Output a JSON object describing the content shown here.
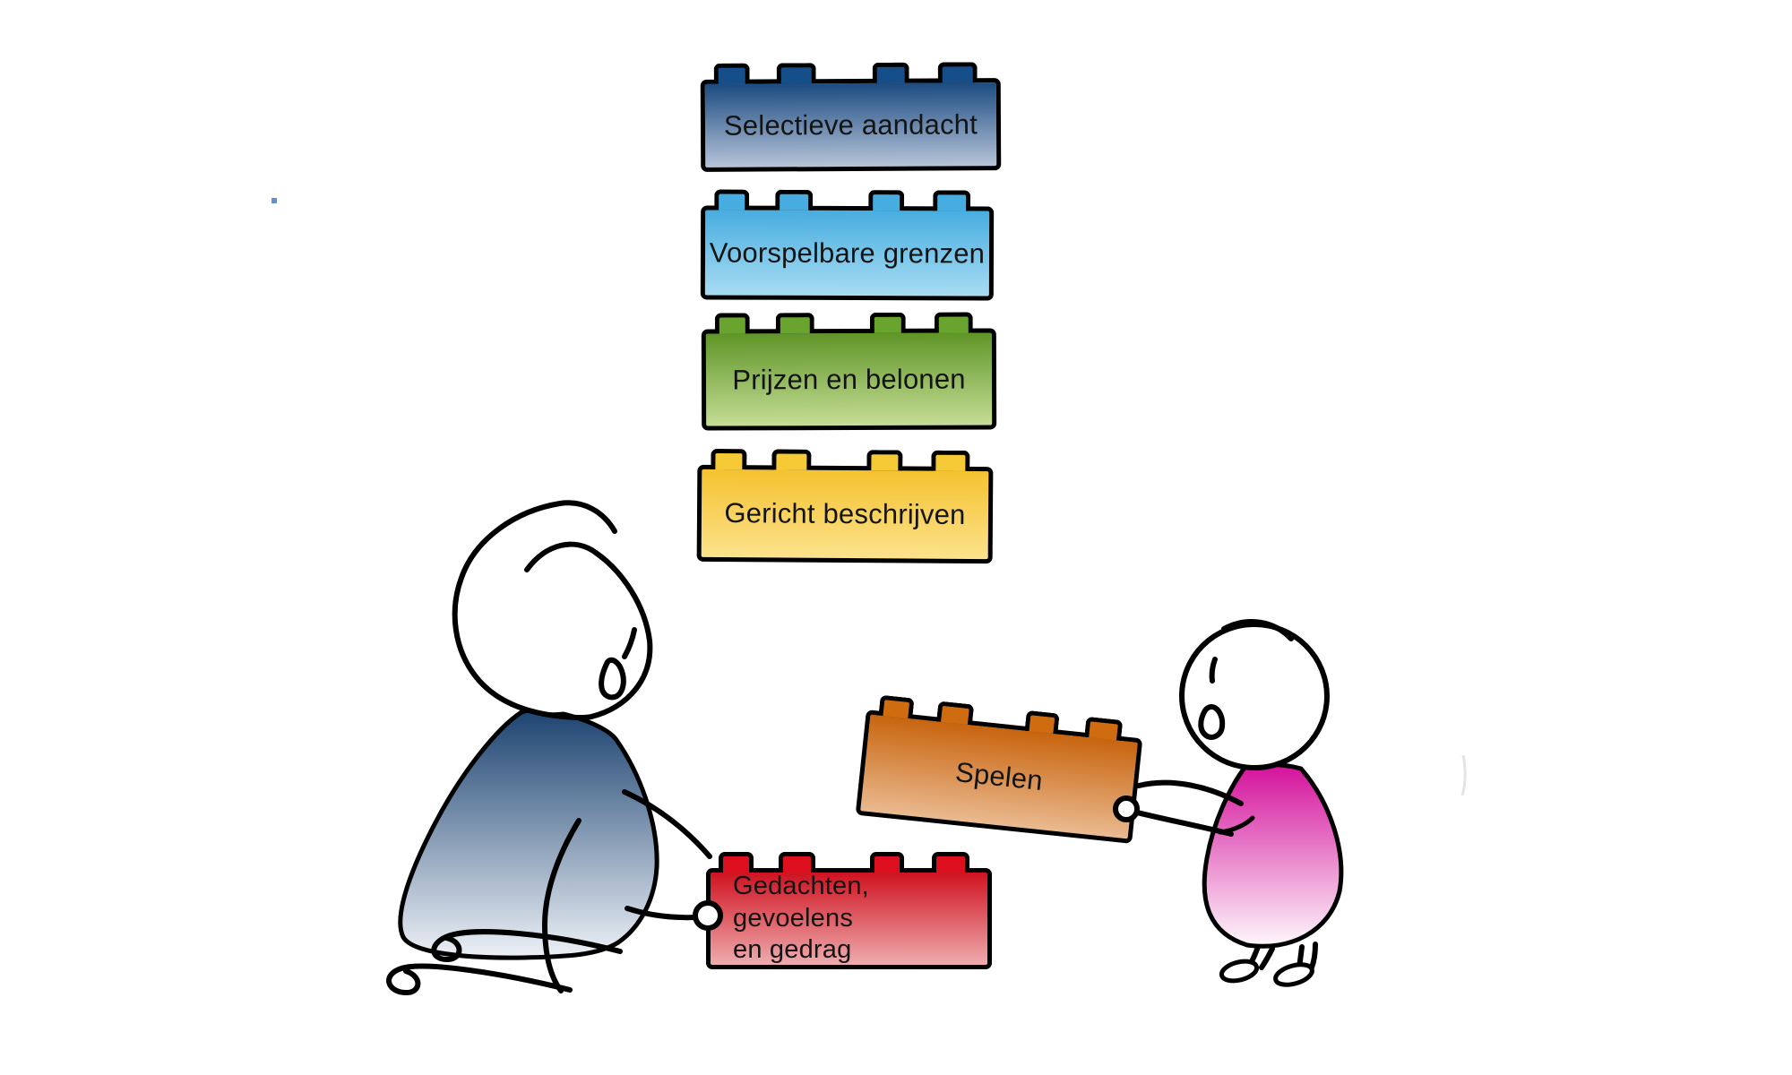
{
  "illustration": {
    "background": "#ffffff",
    "line_color": "#000000",
    "label_color": "#141414"
  },
  "bricks": [
    {
      "label": "Selectieve aandacht",
      "color_top": "#1b4b80",
      "color_bottom": "#b7c4d9",
      "stud_color": "#164e8a"
    },
    {
      "label": "Voorspelbare grenzen",
      "color_top": "#47ade0",
      "color_bottom": "#a8dcf2",
      "stud_color": "#47ade0"
    },
    {
      "label": "Prijzen en belonen",
      "color_top": "#5f9527",
      "color_bottom": "#c6dd96",
      "stud_color": "#68a42e"
    },
    {
      "label": "Gericht beschrijven",
      "color_top": "#f5c230",
      "color_bottom": "#fce28c",
      "stud_color": "#f6c937"
    },
    {
      "label": "Spelen",
      "color_top": "#c8640e",
      "color_bottom": "#eaba90",
      "stud_color": "#cf6c10"
    },
    {
      "label": "Gedachten, gevoelens\nen gedrag",
      "color_top": "#cf1220",
      "color_bottom": "#eeacae",
      "stud_color": "#dd0f1f"
    }
  ],
  "figures": {
    "adult": {
      "skin": "#ffffff",
      "shirt_top": "#1c4370",
      "shirt_bottom": "#edf1f7"
    },
    "child": {
      "skin": "#ffffff",
      "shirt_top": "#d4119b",
      "shirt_bottom": "#fef8fc"
    }
  }
}
